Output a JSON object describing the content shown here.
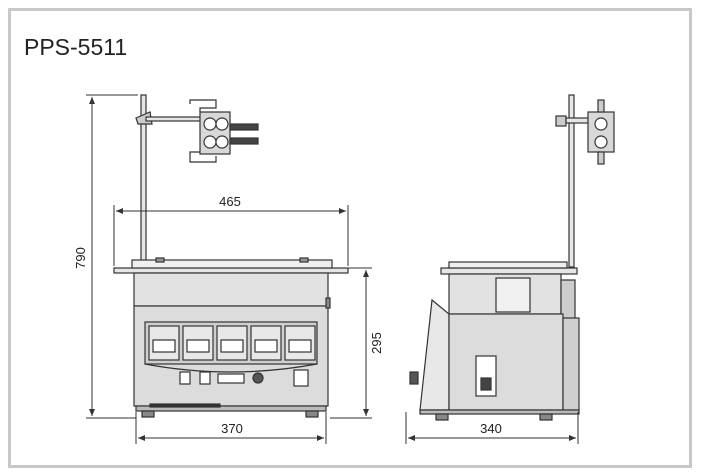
{
  "title": "PPS-5511",
  "dimensions": {
    "height_total": "790",
    "width_front": "465",
    "base_width": "370",
    "body_height": "295",
    "depth": "340"
  },
  "colors": {
    "frame_border": "#c8c8c8",
    "line": "#333333",
    "body_fill": "#dcdcdc",
    "panel_fill": "#cfcfcf"
  }
}
